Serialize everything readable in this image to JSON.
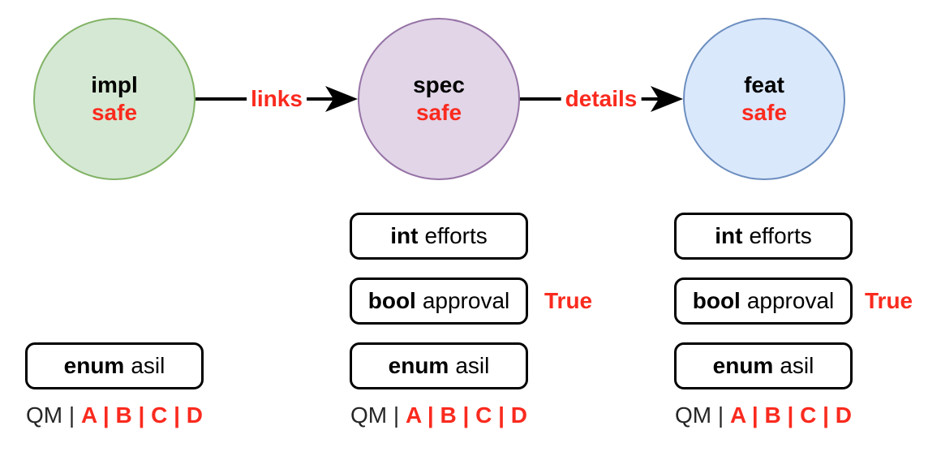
{
  "colors": {
    "highlight_red": "#fa2a1e",
    "impl_fill": "#d5e8d4",
    "impl_stroke": "#82b366",
    "spec_fill": "#e1d5e7",
    "spec_stroke": "#9673a6",
    "feat_fill": "#dae8fc",
    "feat_stroke": "#6c8ebf",
    "line_black": "#000000"
  },
  "nodes": [
    {
      "name": "impl",
      "status": "safe",
      "fill": "#d5e8d4",
      "stroke": "#82b366",
      "attributes": [
        {
          "type": "enum",
          "name": "asil",
          "values_plain": "QM | ",
          "values_highlight": "A | B | C | D"
        }
      ]
    },
    {
      "name": "spec",
      "status": "safe",
      "fill": "#e1d5e7",
      "stroke": "#9673a6",
      "attributes": [
        {
          "type": "int",
          "name": "efforts"
        },
        {
          "type": "bool",
          "name": "approval",
          "value": "True"
        },
        {
          "type": "enum",
          "name": "asil",
          "values_plain": "QM | ",
          "values_highlight": "A | B | C | D"
        }
      ]
    },
    {
      "name": "feat",
      "status": "safe",
      "fill": "#dae8fc",
      "stroke": "#6c8ebf",
      "attributes": [
        {
          "type": "int",
          "name": "efforts"
        },
        {
          "type": "bool",
          "name": "approval",
          "value": "True"
        },
        {
          "type": "enum",
          "name": "asil",
          "values_plain": "QM | ",
          "values_highlight": "A | B | C | D"
        }
      ]
    }
  ],
  "edges": [
    {
      "from": "impl",
      "to": "spec",
      "label": "links"
    },
    {
      "from": "spec",
      "to": "feat",
      "label": "details"
    }
  ]
}
